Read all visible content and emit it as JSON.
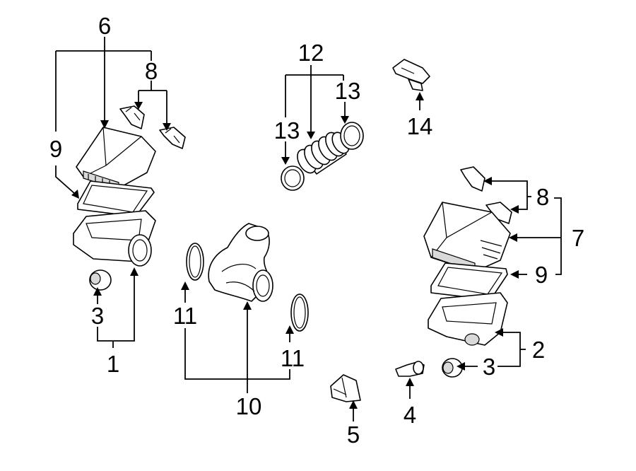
{
  "callouts": {
    "c1": "1",
    "c2": "2",
    "c3a": "3",
    "c3b": "3",
    "c4": "4",
    "c5": "5",
    "c6": "6",
    "c7": "7",
    "c8a": "8",
    "c8b": "8",
    "c9a": "9",
    "c9b": "9",
    "c10": "10",
    "c11a": "11",
    "c11b": "11",
    "c12": "12",
    "c13a": "13",
    "c13b": "13",
    "c14": "14"
  }
}
